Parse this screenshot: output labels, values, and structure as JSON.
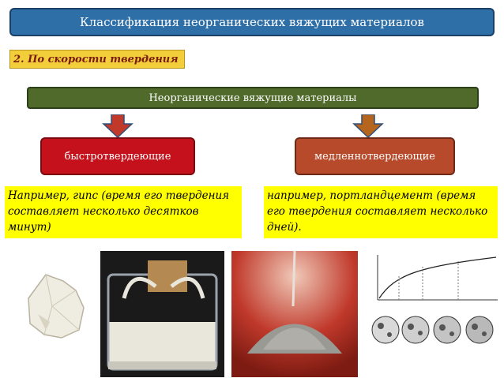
{
  "title": "Классификация неорганических вяжущих материалов",
  "subtitle": "2. По скорости твердения",
  "root_node": "Неорганические вяжущие материалы",
  "nodes": {
    "fast": "быстротвердеющие",
    "slow": "медленнотвердеющие"
  },
  "notes": {
    "fast": "Например, гипс (время его твердения составляет несколько десятков минут)",
    "slow": "например, портландцемент (время его твердения составляет несколько дней)."
  },
  "colors": {
    "title_bg": "#2f6fa8",
    "subtitle_bg": "#f2cf3a",
    "root_bg": "#4f6a2a",
    "fast_bg": "#c5111b",
    "slow_bg": "#b64a2a",
    "note_bg": "#ffff00",
    "arrow_left": "#c0392b",
    "arrow_right": "#b5651d"
  },
  "images": {
    "gypsum_rock": "gypsum-rock-photo",
    "gypsum_container": "gypsum-container-photo",
    "cement_pile": "cement-pile-photo",
    "hardening_chart": "hardening-curve-and-micrograph-figure"
  }
}
